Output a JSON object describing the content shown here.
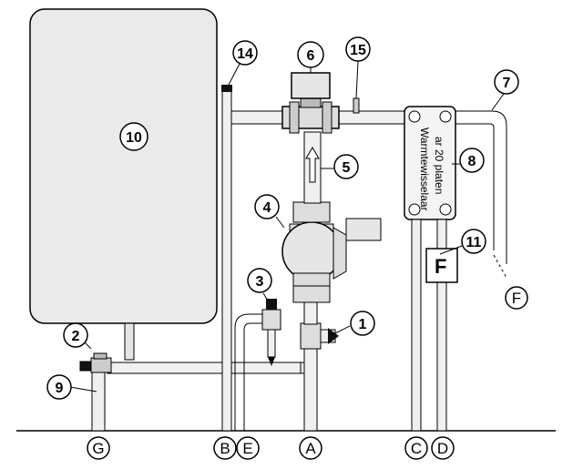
{
  "callouts": {
    "c1": "1",
    "c2": "2",
    "c3": "3",
    "c4": "4",
    "c5": "5",
    "c6": "6",
    "c7": "7",
    "c8": "8",
    "c9": "9",
    "c10": "10",
    "c11": "11",
    "c14": "14",
    "c15": "15"
  },
  "ports": {
    "A": "A",
    "B": "B",
    "C": "C",
    "D": "D",
    "E": "E",
    "F": "F",
    "G": "G"
  },
  "heat_exchanger": {
    "line1": "Warmtewisselaar",
    "line2": "ar 20 platen"
  },
  "flow_meter_label": "F"
}
